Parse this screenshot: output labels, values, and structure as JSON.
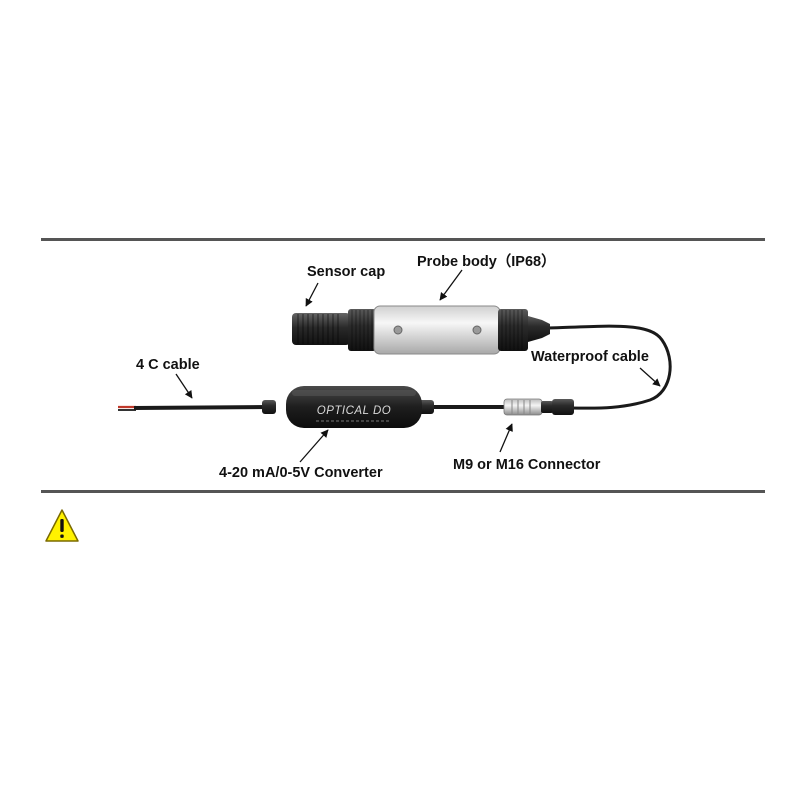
{
  "labels": {
    "sensor_cap": "Sensor cap",
    "probe_body": "Probe body（IP68）",
    "waterproof_cable": "Waterproof cable",
    "four_c_cable": "4 C cable",
    "converter": "4-20 mA/0-5V Converter",
    "connector": "M9 or M16  Connector"
  },
  "device_text": {
    "converter_brand": "OPTICAL DO"
  },
  "icons": {
    "warning": "warning-triangle-icon"
  },
  "colors": {
    "rule": "#555555",
    "warning_fill": "#FFF200",
    "warning_stroke": "#7a6a00"
  }
}
